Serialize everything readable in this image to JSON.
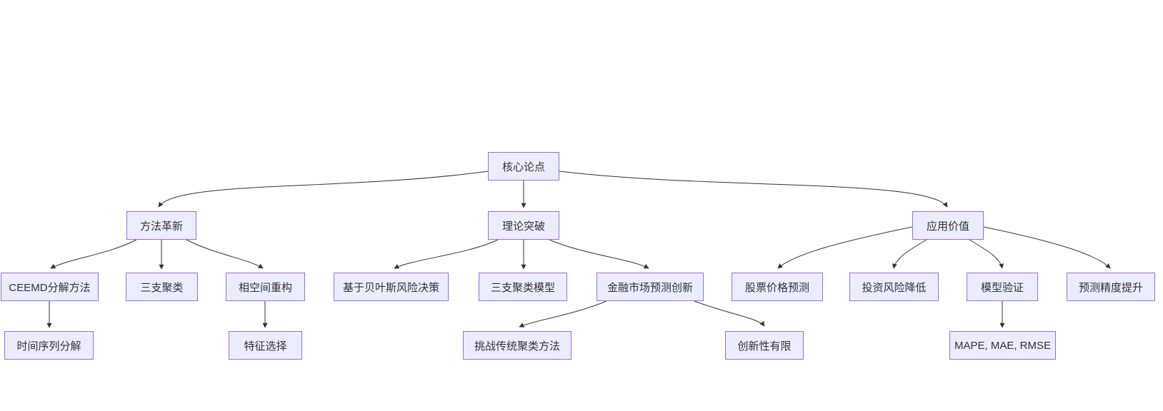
{
  "colors": {
    "background": "#ffffff",
    "node_fill": "#ECECFF",
    "node_border": "#9370DB",
    "edge": "#333333",
    "text": "#333333"
  },
  "nodes": {
    "core": {
      "label": "核心论点"
    },
    "method": {
      "label": "方法革新"
    },
    "theory": {
      "label": "理论突破"
    },
    "application": {
      "label": "应用价值"
    },
    "ceemd": {
      "label": "CEEMD分解方法"
    },
    "threeway": {
      "label": "三支聚类"
    },
    "phase": {
      "label": "相空间重构"
    },
    "bayes": {
      "label": "基于贝叶斯风险决策"
    },
    "twmodel": {
      "label": "三支聚类模型"
    },
    "finance": {
      "label": "金融市场预测创新"
    },
    "stock": {
      "label": "股票价格预测"
    },
    "risk": {
      "label": "投资风险降低"
    },
    "validation": {
      "label": "模型验证"
    },
    "accuracy": {
      "label": "预测精度提升"
    },
    "tsdecomp": {
      "label": "时间序列分解"
    },
    "feature": {
      "label": "特征选择"
    },
    "challenge": {
      "label": "挑战传统聚类方法"
    },
    "limited": {
      "label": "创新性有限"
    },
    "mape": {
      "label": "MAPE, MAE, RMSE"
    }
  },
  "edges": [
    {
      "from": "core",
      "to": "method"
    },
    {
      "from": "core",
      "to": "theory"
    },
    {
      "from": "core",
      "to": "application"
    },
    {
      "from": "method",
      "to": "ceemd"
    },
    {
      "from": "method",
      "to": "threeway"
    },
    {
      "from": "method",
      "to": "phase"
    },
    {
      "from": "theory",
      "to": "bayes"
    },
    {
      "from": "theory",
      "to": "twmodel"
    },
    {
      "from": "theory",
      "to": "finance"
    },
    {
      "from": "application",
      "to": "stock"
    },
    {
      "from": "application",
      "to": "risk"
    },
    {
      "from": "application",
      "to": "validation"
    },
    {
      "from": "application",
      "to": "accuracy"
    },
    {
      "from": "ceemd",
      "to": "tsdecomp"
    },
    {
      "from": "phase",
      "to": "feature"
    },
    {
      "from": "finance",
      "to": "challenge"
    },
    {
      "from": "finance",
      "to": "limited"
    },
    {
      "from": "validation",
      "to": "mape"
    }
  ]
}
